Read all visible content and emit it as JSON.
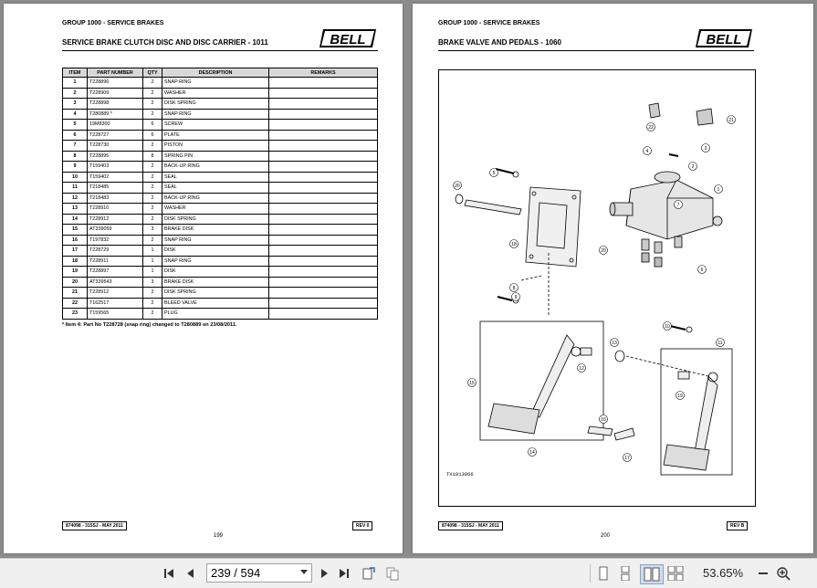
{
  "left_page": {
    "group": "GROUP 1000 - SERVICE BRAKES",
    "title": "SERVICE BRAKE CLUTCH DISC AND DISC CARRIER - 1011",
    "logo": "BELL",
    "headers": [
      "ITEM",
      "PART NUMBER",
      "QTY",
      "DESCRIPTION",
      "REMARKS"
    ],
    "rows": [
      [
        "1",
        "T228896",
        "2",
        "SNAP RING",
        ""
      ],
      [
        "2",
        "T228909",
        "2",
        "WASHER",
        ""
      ],
      [
        "3",
        "T228898",
        "2",
        "DISK SPRING",
        ""
      ],
      [
        "4",
        "T280889 *",
        "2",
        "SNAP RING",
        ""
      ],
      [
        "5",
        "19M8300",
        "6",
        "SCREW",
        ""
      ],
      [
        "6",
        "T228727",
        "6",
        "PLATE",
        ""
      ],
      [
        "7",
        "T228730",
        "2",
        "PISTON",
        ""
      ],
      [
        "8",
        "T228895",
        "8",
        "SPRING PIN",
        ""
      ],
      [
        "9",
        "T159403",
        "2",
        "BACK-UP RING",
        ""
      ],
      [
        "10",
        "T159402",
        "2",
        "SEAL",
        ""
      ],
      [
        "11",
        "T218485",
        "2",
        "SEAL",
        ""
      ],
      [
        "12",
        "T218483",
        "2",
        "BACK-UP RING",
        ""
      ],
      [
        "13",
        "T228910",
        "2",
        "WASHER",
        ""
      ],
      [
        "14",
        "T228912",
        "2",
        "DISK SPRING",
        ""
      ],
      [
        "15",
        "AT339059",
        "3",
        "BRAKE DISK",
        ""
      ],
      [
        "16",
        "T197832",
        "2",
        "SNAP RING",
        ""
      ],
      [
        "17",
        "T228729",
        "1",
        "DISK",
        ""
      ],
      [
        "18",
        "T228911",
        "1",
        "SNAP RING",
        ""
      ],
      [
        "19",
        "T228897",
        "1",
        "DISK",
        ""
      ],
      [
        "20",
        "AT339543",
        "3",
        "BRAKE DISK",
        ""
      ],
      [
        "21",
        "T228912",
        "2",
        "DISK SPRING",
        ""
      ],
      [
        "22",
        "T162517",
        "2",
        "BLEED VALVE",
        ""
      ],
      [
        "23",
        "T159565",
        "2",
        "PLUG",
        ""
      ]
    ],
    "footnote": "* Item 4:  Part No T228728 (snap ring) changed to T280889 on 23/08/2011.",
    "doc_ref": "874098 - 315SJ - MAY 2011",
    "rev": "REV 0",
    "page_number": "199"
  },
  "right_page": {
    "group": "GROUP 1000 - SERVICE BRAKES",
    "title": "BRAKE VALVE AND PEDALS - 1060",
    "logo": "BELL",
    "diagram_code": "TX1013066",
    "callouts": [
      "1",
      "2",
      "3",
      "4",
      "5",
      "6",
      "7",
      "8",
      "9",
      "10",
      "11",
      "12",
      "13",
      "14",
      "15",
      "16",
      "17",
      "18",
      "19",
      "20",
      "20",
      "21",
      "22"
    ],
    "doc_ref": "874098 - 315SJ - MAY 2011",
    "rev": "REV B",
    "page_number": "200"
  },
  "toolbar": {
    "page_current": "239 / 594",
    "zoom": "53.65%",
    "icons": [
      "first-page-icon",
      "prev-page-icon",
      "next-page-icon",
      "last-page-icon",
      "rotate-icon",
      "copy-icon",
      "single-page-icon",
      "continuous-icon",
      "two-page-icon",
      "two-page-continuous-icon",
      "zoom-out-icon",
      "zoom-in-icon"
    ]
  }
}
